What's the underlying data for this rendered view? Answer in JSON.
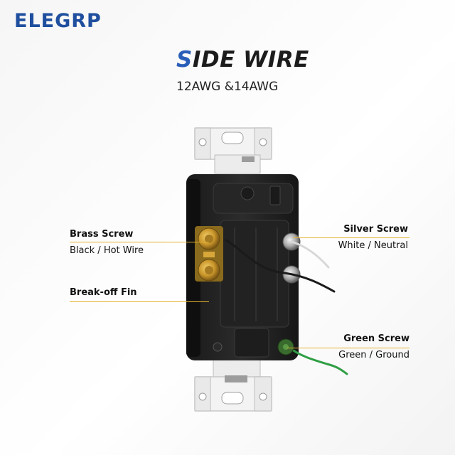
{
  "brand": {
    "logo_text": "ELEGRP"
  },
  "header": {
    "title_first_letter": "S",
    "title_rest": "IDE WIRE",
    "subtitle": "12AWG &14AWG"
  },
  "callouts": {
    "brass": {
      "name": "Brass Screw",
      "desc": "Black / Hot Wire"
    },
    "fin": {
      "name": "Break-off Fin"
    },
    "silver": {
      "name": "Silver Screw",
      "desc": "White / Neutral"
    },
    "green": {
      "name": "Green Screw",
      "desc": "Green / Ground"
    }
  },
  "colors": {
    "brand_blue": "#1f4f9e",
    "accent_blue": "#2a5fb8",
    "leader_gold": "#e3b22f",
    "brass": "#c9962b",
    "ground_green": "#2f9e44"
  },
  "icons": [
    "outlet-receptacle-side-view"
  ]
}
